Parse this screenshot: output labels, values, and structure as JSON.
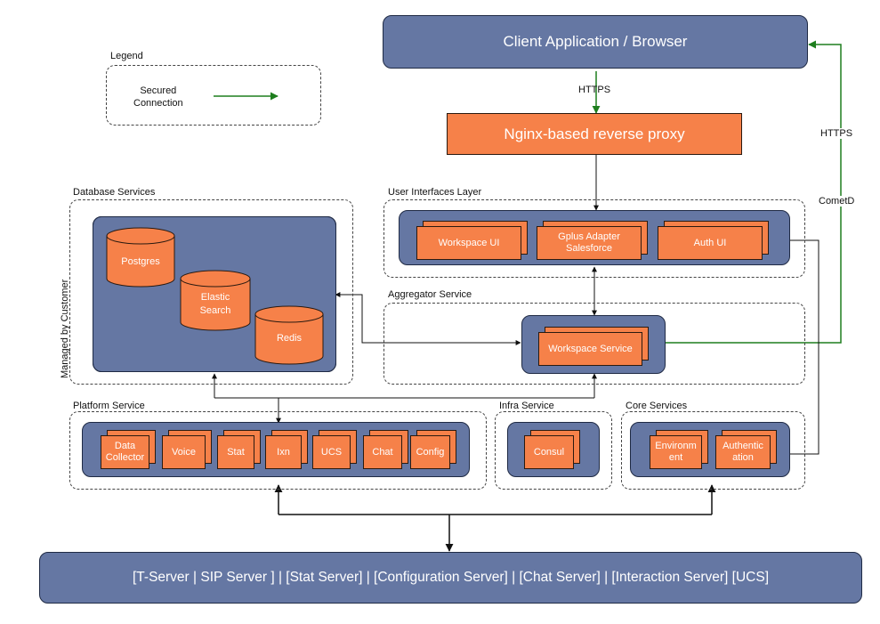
{
  "legend": {
    "title": "Legend",
    "item_label": "Secured\nConnection"
  },
  "client": {
    "label": "Client Application / Browser"
  },
  "labels": {
    "https_top": "HTTPS",
    "https_right": "HTTPS",
    "cometd": "CometD"
  },
  "nginx": {
    "label": "Nginx-based reverse proxy"
  },
  "ui_layer": {
    "title": "User Interfaces Layer",
    "components": [
      "Workspace UI",
      "Gplus Adapter\nSalesforce",
      "Auth UI"
    ]
  },
  "database": {
    "title": "Database Services",
    "side_label": "Managed by Customer",
    "stores": [
      "Postgres",
      "Elastic\nSearch",
      "Redis"
    ]
  },
  "aggregator": {
    "title": "Aggregator Service",
    "component": "Workspace Service"
  },
  "platform": {
    "title": "Platform Service",
    "components": [
      "Data\nCollector",
      "Voice",
      "Stat",
      "Ixn",
      "UCS",
      "Chat",
      "Config"
    ]
  },
  "infra": {
    "title": "Infra Service",
    "component": "Consul"
  },
  "core": {
    "title": "Core Services",
    "components": [
      "Environm\nent",
      "Authentic\nation"
    ]
  },
  "backend": {
    "label": "[T-Server | SIP Server ] | [Stat Server] | [Configuration Server] | [Chat Server] | [Interaction Server] [UCS]"
  },
  "colors": {
    "panel": "#6577a3",
    "component": "#f68149",
    "secured": "#1e7e1e"
  }
}
